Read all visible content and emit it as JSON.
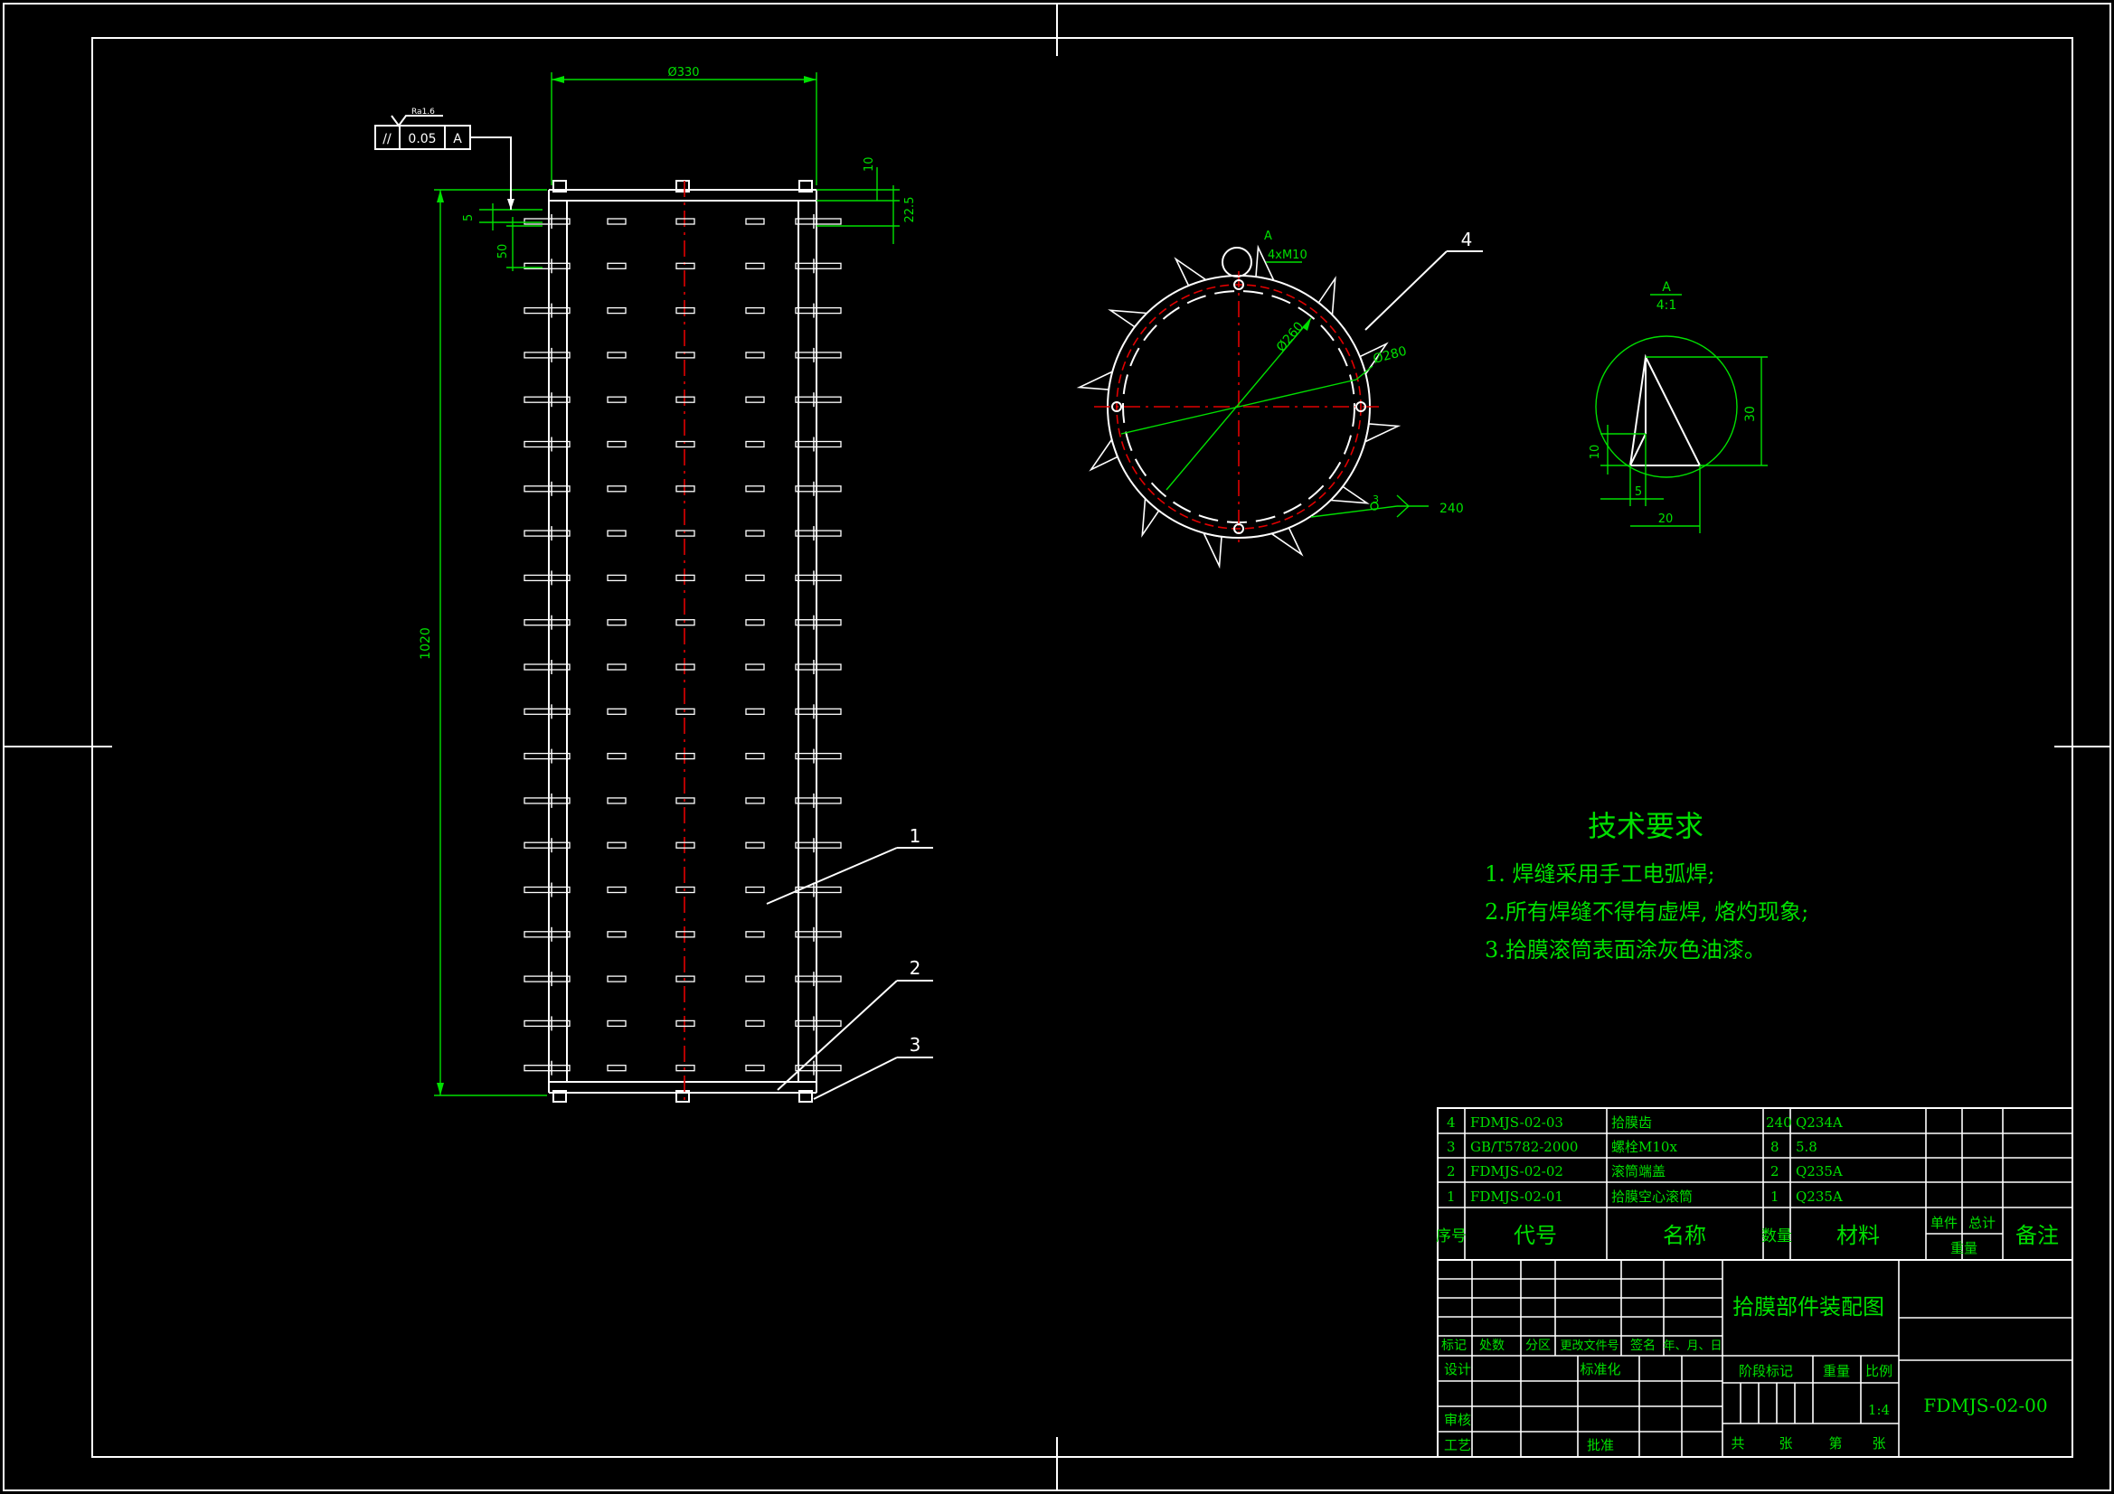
{
  "dimensions": {
    "diameter_top": "Ø330",
    "height_total": "1020",
    "dim_10": "10",
    "dim_22_5": "22.5",
    "dim_5": "5",
    "dim_50": "50",
    "tolerance_symbol": "//",
    "tolerance_value": "0.05",
    "datum": "A",
    "roughness": "Ra1.6"
  },
  "balloons": {
    "b1": "1",
    "b2": "2",
    "b3": "3",
    "b4": "4"
  },
  "section_view": {
    "detail_label": "A",
    "bolt_label": "4xM10",
    "d_inner": "Ø260",
    "d_outer": "Ø280",
    "weld_size": "3",
    "weld_count": "240"
  },
  "detail_view": {
    "label": "A",
    "scale": "4:1",
    "dim_30": "30",
    "dim_10": "10",
    "dim_5": "5",
    "dim_20": "20"
  },
  "tech_req": {
    "title": "技术要求",
    "items": [
      "1. 焊缝采用手工电弧焊;",
      "2.所有焊缝不得有虚焊, 烙灼现象;",
      "3.拾膜滚筒表面涂灰色油漆。"
    ]
  },
  "parts_list": {
    "rows": [
      {
        "no": "4",
        "code": "FDMJS-02-03",
        "name": "拾膜齿",
        "qty": "240",
        "material": "Q234A"
      },
      {
        "no": "3",
        "code": "GB/T5782-2000",
        "name": "螺栓M10x",
        "qty": "8",
        "material": "5.8"
      },
      {
        "no": "2",
        "code": "FDMJS-02-02",
        "name": "滚筒端盖",
        "qty": "2",
        "material": "Q235A"
      },
      {
        "no": "1",
        "code": "FDMJS-02-01",
        "name": "拾膜空心滚筒",
        "qty": "1",
        "material": "Q235A"
      }
    ],
    "header": {
      "no": "序号",
      "code": "代号",
      "name": "名称",
      "qty": "数量",
      "material": "材料",
      "unit": "单件",
      "total": "总计",
      "weight": "重量",
      "note": "备注"
    }
  },
  "title_block": {
    "drawing_title": "拾膜部件装配图",
    "drawing_no": "FDMJS-02-00",
    "scale_value": "1:4",
    "labels": {
      "mark": "标记",
      "count": "处数",
      "zone": "分区",
      "change_doc": "更改文件号",
      "signature": "签名",
      "date": "年、月、日",
      "design": "设计",
      "standardize": "标准化",
      "stage": "阶段标记",
      "weight": "重量",
      "scale": "比例",
      "review": "审核",
      "process": "工艺",
      "approve": "批准",
      "total_sheets": "共",
      "sheets_unit": "张",
      "sheet_no": "第",
      "sheet_unit": "张"
    }
  }
}
